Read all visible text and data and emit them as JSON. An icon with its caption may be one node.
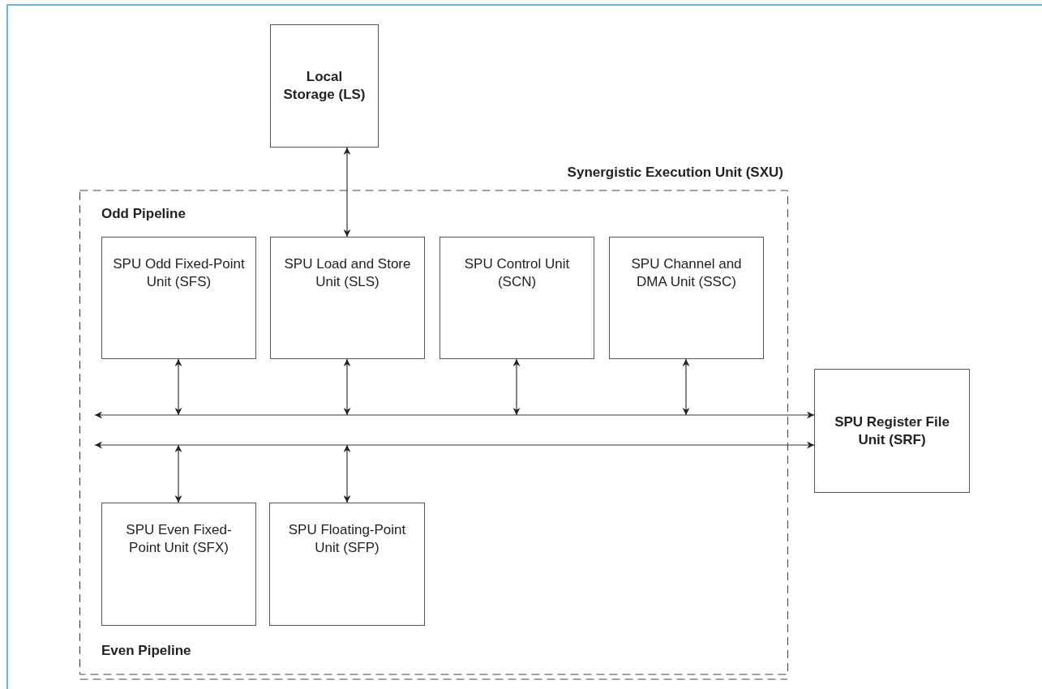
{
  "diagram": {
    "nodes": [
      {
        "text": [
          "Local Storage (LS)"
        ]
      },
      {
        "text": [
          "Synergistic Execution Unit (SXU)",
          "Odd Pipeline",
          "Even Pipeline"
        ]
      },
      {
        "text": [
          "SPU Odd Fixed-Point Unit (SFS)"
        ],
        "in": 1
      },
      {
        "text": [
          "SPU Load and Store Unit (SLS)"
        ],
        "in": 1
      },
      {
        "text": [
          "SPU Control Unit (SCN)"
        ],
        "in": 1
      },
      {
        "text": [
          "SPU Channel and DMA Unit (SSC)"
        ],
        "in": 1
      },
      {
        "text": [
          "SPU Register File Unit (SRF)"
        ]
      },
      {
        "text": [
          "SPU Even Fixed-Point Unit (SFX)"
        ],
        "in": 1
      },
      {
        "text": [
          "SPU Floating-Point Unit (SFP)"
        ],
        "in": 1
      }
    ],
    "edges": [
      {
        "from": 0,
        "to": 3,
        "arrow": "both"
      },
      {
        "from": 2,
        "to": null,
        "arrow": "both"
      },
      {
        "from": 3,
        "to": null,
        "arrow": "both"
      },
      {
        "from": 4,
        "to": null,
        "arrow": "both"
      },
      {
        "from": 5,
        "to": null,
        "arrow": "both"
      },
      {
        "from": 1,
        "to": 6,
        "arrow": "both"
      },
      {
        "from": 1,
        "to": 6,
        "arrow": "both"
      },
      {
        "from": 7,
        "to": null,
        "arrow": "both"
      },
      {
        "from": 8,
        "to": null,
        "arrow": "both"
      }
    ]
  }
}
